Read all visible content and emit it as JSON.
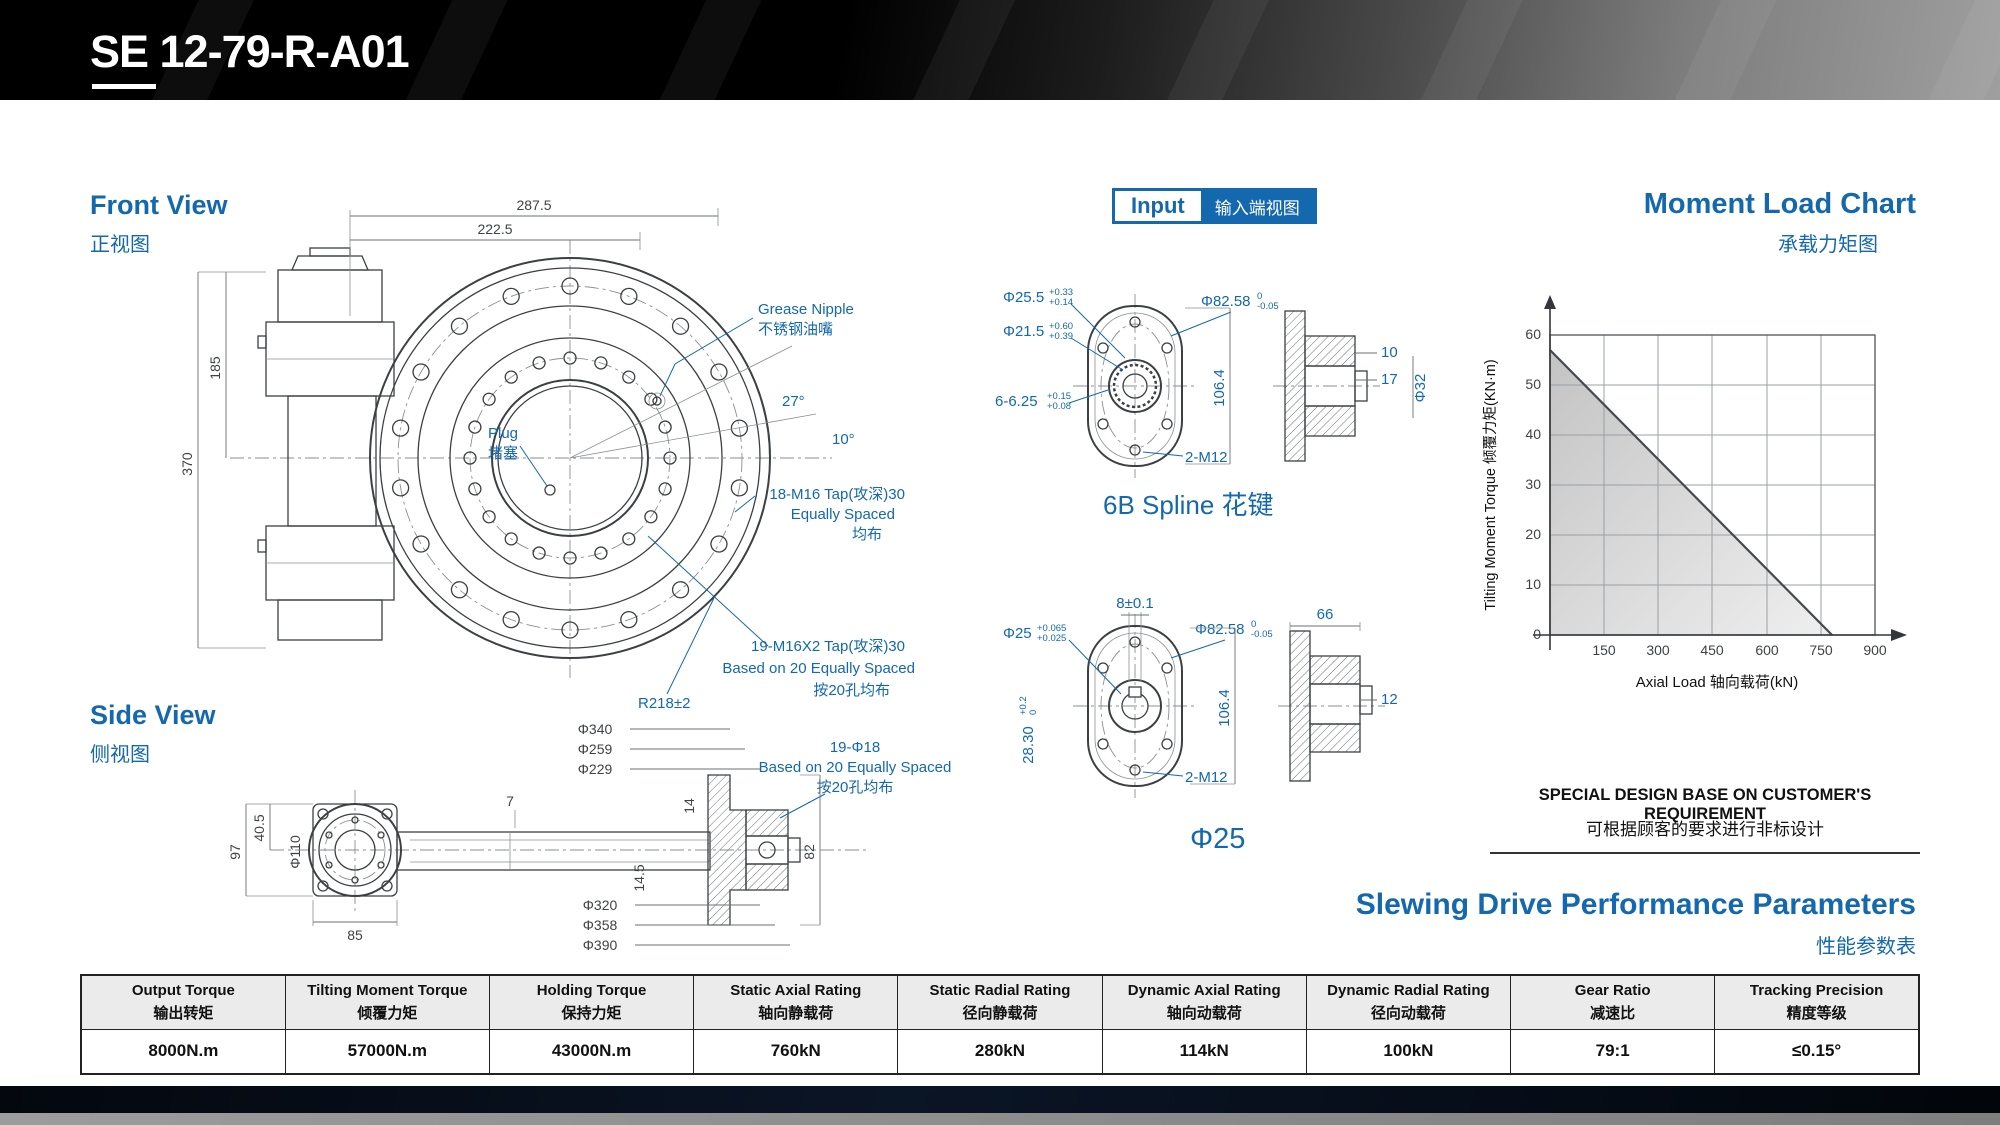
{
  "header": {
    "model": "SE 12-79-R-A01"
  },
  "front_view": {
    "title_en": "Front View",
    "title_cn": "正视图",
    "dim_287": "287.5",
    "dim_222": "222.5",
    "dim_185": "185",
    "dim_370": "370",
    "grease_en": "Grease Nipple",
    "grease_cn": "不锈钢油嘴",
    "plug_en": "Plug",
    "plug_cn": "堵塞",
    "angle_27": "27°",
    "angle_10": "10°",
    "tap18_l1": "18-M16 Tap(攻深)30",
    "tap18_l2": "Equally Spaced",
    "tap18_l3": "均布",
    "tap19_l1": "19-M16X2 Tap(攻深)30",
    "tap19_l2": "Based on 20 Equally Spaced",
    "tap19_l3": "按20孔均布",
    "radius": "R218±2"
  },
  "side_view": {
    "title_en": "Side View",
    "title_cn": "侧视图",
    "dim_phi340": "Φ340",
    "dim_phi259": "Φ259",
    "dim_phi229": "Φ229",
    "hole19_l1": "19-Φ18",
    "hole19_l2": "Based on 20 Equally Spaced",
    "hole19_l3": "按20孔均布",
    "dim_7": "7",
    "dim_14": "14",
    "dim_97": "97",
    "dim_405": "40.5",
    "dim_phi110": "Φ110",
    "dim_85": "85",
    "dim_145": "14.5",
    "dim_82": "82",
    "dim_phi320": "Φ320",
    "dim_phi358": "Φ358",
    "dim_phi390": "Φ390"
  },
  "input_section": {
    "badge_en": "Input",
    "badge_cn": "输入端视图",
    "spline": {
      "d1": "Φ25.5",
      "d1_t": "+0.33",
      "d1_b": "+0.14",
      "d2": "Φ21.5",
      "d2_t": "+0.60",
      "d2_b": "+0.39",
      "d3": "6-6.25",
      "d3_t": "+0.15",
      "d3_b": "+0.08",
      "d4": "Φ82.58",
      "d4_t": "0",
      "d4_b": "-0.05",
      "h": "106.4",
      "m": "2-M12",
      "w10": "10",
      "w17": "17",
      "phi32": "Φ32",
      "caption": "6B Spline 花键"
    },
    "shaft": {
      "d1": "8±0.1",
      "d2": "Φ25",
      "d2_t": "+0.065",
      "d2_b": "+0.025",
      "d3": "Φ82.58",
      "d3_t": "0",
      "d3_b": "-0.05",
      "w66": "66",
      "h": "106.4",
      "key": "28.30",
      "key_t": "+0.2",
      "key_b": "0",
      "m": "2-M12",
      "w12": "12",
      "caption": "Φ25"
    }
  },
  "chart": {
    "title_en": "Moment Load Chart",
    "title_cn": "承载力矩图",
    "ylabel": "Tilting Moment Torque 倾覆力矩(KN·m)",
    "xlabel": "Axial Load 轴向载荷(kN)"
  },
  "chart_data": {
    "type": "line",
    "title": "Moment Load Chart",
    "xlabel": "Axial Load 轴向载荷(kN)",
    "ylabel": "Tilting Moment Torque 倾覆力矩(KN·m)",
    "x_ticks": [
      150,
      300,
      450,
      600,
      750,
      900
    ],
    "y_ticks": [
      0,
      10,
      20,
      30,
      40,
      50,
      60
    ],
    "xlim": [
      0,
      900
    ],
    "ylim": [
      0,
      60
    ],
    "grid": true,
    "area_under_line": true,
    "series": [
      {
        "name": "tilting-moment-limit",
        "points": [
          [
            0,
            57
          ],
          [
            780,
            0
          ]
        ]
      }
    ]
  },
  "special_note": {
    "line_en": "SPECIAL DESIGN BASE ON CUSTOMER'S REQUIREMENT",
    "line_cn": "可根据顾客的要求进行非标设计"
  },
  "performance": {
    "title_en": "Slewing Drive Performance Parameters",
    "title_cn": "性能参数表",
    "columns": [
      {
        "en": "Output Torque",
        "cn": "输出转矩"
      },
      {
        "en": "Tilting Moment Torque",
        "cn": "倾覆力矩"
      },
      {
        "en": "Holding Torque",
        "cn": "保持力矩"
      },
      {
        "en": "Static Axial Rating",
        "cn": "轴向静载荷"
      },
      {
        "en": "Static Radial Rating",
        "cn": "径向静载荷"
      },
      {
        "en": "Dynamic Axial Rating",
        "cn": "轴向动载荷"
      },
      {
        "en": "Dynamic Radial Rating",
        "cn": "径向动载荷"
      },
      {
        "en": "Gear Ratio",
        "cn": "减速比"
      },
      {
        "en": "Tracking Precision",
        "cn": "精度等级"
      }
    ],
    "values": [
      "8000N.m",
      "57000N.m",
      "43000N.m",
      "760kN",
      "280kN",
      "114kN",
      "100kN",
      "79:1",
      "≤0.15°"
    ]
  },
  "colors": {
    "accent_blue": "#1468ad",
    "line_dark": "#3c4043"
  }
}
